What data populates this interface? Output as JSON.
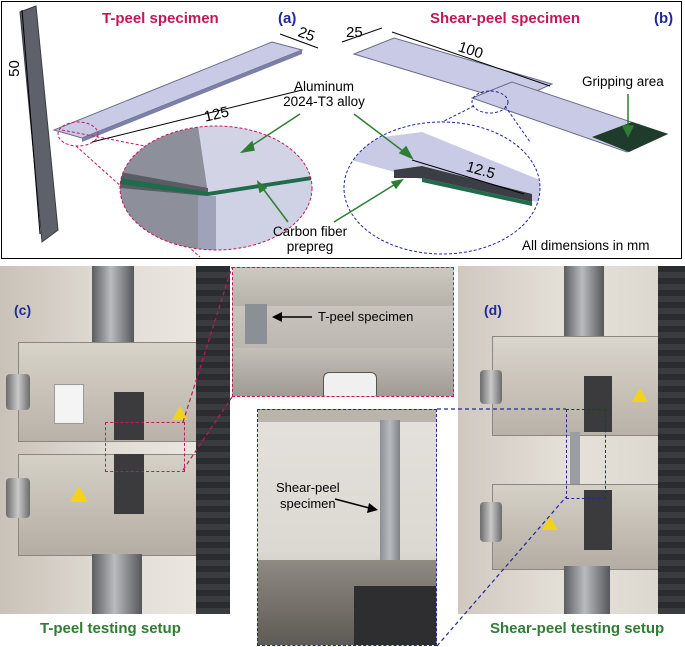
{
  "panel_top": {
    "title_tpeel": "T-peel specimen",
    "label_a": "(a)",
    "title_shear": "Shear-peel specimen",
    "label_b": "(b)",
    "dim_50": "50",
    "dim_25_left": "25",
    "dim_125": "125",
    "dim_25_right": "25",
    "dim_100": "100",
    "dim_12_5": "12.5",
    "aluminum_label": "Aluminum\n2024-T3 alloy",
    "carbon_label": "Carbon fiber\nprepreg",
    "gripping_label": "Gripping area",
    "all_dims_note": "All dimensions in mm"
  },
  "panel_bottom": {
    "label_c": "(c)",
    "label_d": "(d)",
    "inset_tpeel_label": "T-peel specimen",
    "inset_shear_label": "Shear-peel\nspecimen",
    "caption_tpeel": "T-peel testing setup",
    "caption_shear": "Shear-peel testing setup"
  },
  "colors": {
    "pink": "#c2185b",
    "blue": "#1f2a9a",
    "green": "#2e7d32"
  }
}
